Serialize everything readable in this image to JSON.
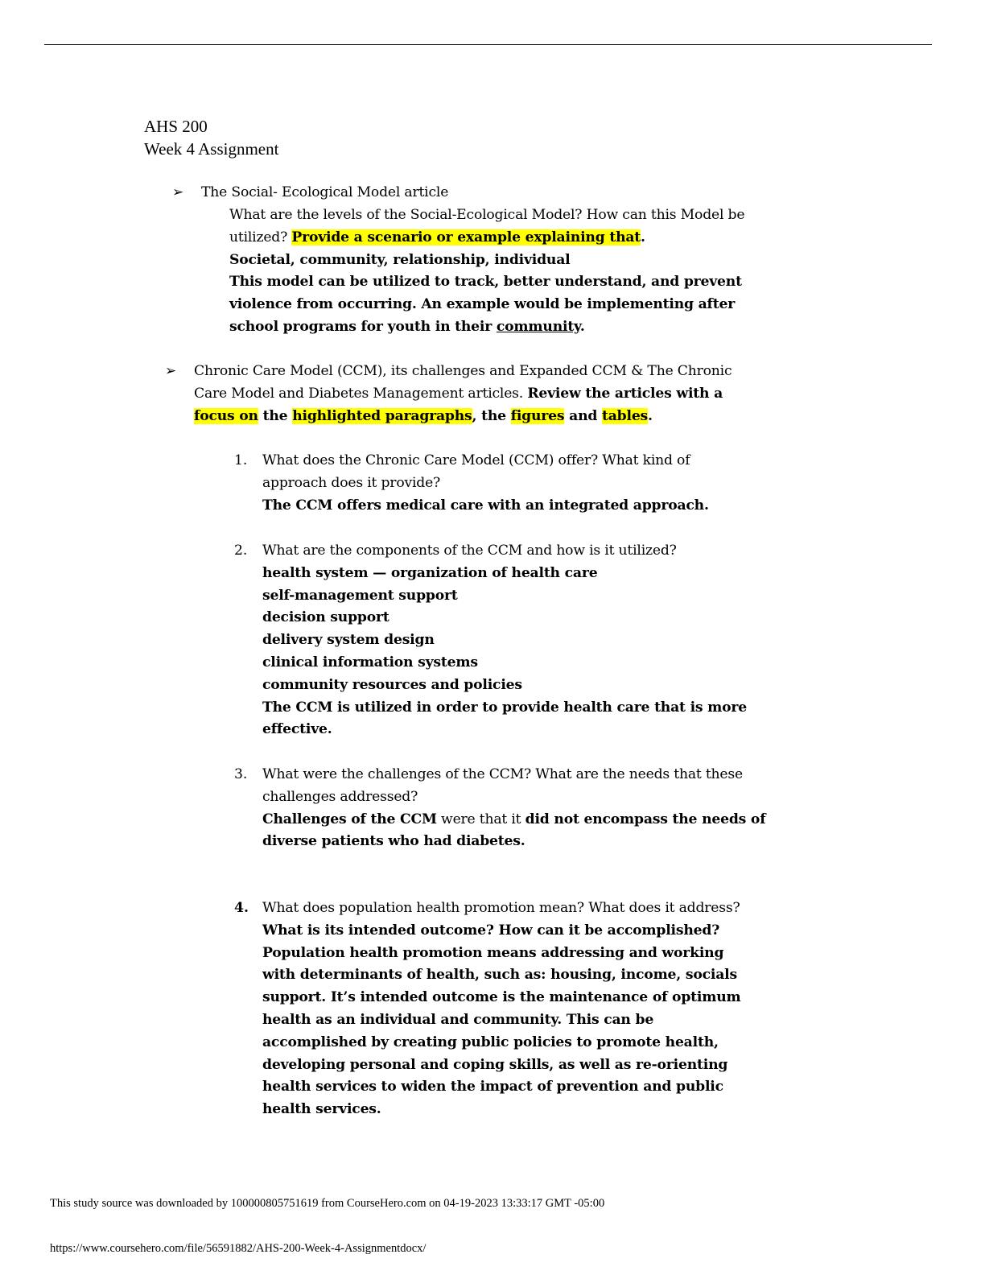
{
  "header": {
    "course": "AHS 200",
    "assignment": "Week 4 Assignment"
  },
  "bullet_icon": "arrowhead-bullet-icon",
  "highlight_color": "#ffff00",
  "section1": {
    "lines": [
      [
        {
          "t": "The Social- Ecological Model article"
        }
      ]
    ],
    "body": [
      [
        {
          "t": "What are the levels of the Social-Ecological Model? How can this Model be"
        }
      ],
      [
        {
          "t": "utilized? "
        },
        {
          "t": "Provide a scenario or example explaining that",
          "b": true,
          "h": true
        },
        {
          "t": ".",
          "b": true
        }
      ],
      [
        {
          "t": "Societal, community, relationship, individual",
          "b": true
        }
      ],
      [
        {
          "t": "This model can be utilized to track, better understand, and prevent",
          "b": true
        }
      ],
      [
        {
          "t": "violence from occurring. An example would be implementing after",
          "b": true
        }
      ],
      [
        {
          "t": "school programs for youth in their ",
          "b": true
        },
        {
          "t": "community",
          "b": true,
          "u": true
        },
        {
          "t": ".",
          "b": true
        }
      ]
    ]
  },
  "section2": {
    "lines": [
      [
        {
          "t": "Chronic Care Model (CCM), its challenges and Expanded CCM & The Chronic"
        }
      ],
      [
        {
          "t": "Care Model and Diabetes Management articles. "
        },
        {
          "t": "Review the articles with a",
          "b": true
        }
      ],
      [
        {
          "t": "focus on",
          "b": true,
          "h": true
        },
        {
          "t": " the ",
          "b": true
        },
        {
          "t": "highlighted paragraphs",
          "b": true,
          "h": true
        },
        {
          "t": ", the ",
          "b": true
        },
        {
          "t": "figures",
          "b": true,
          "h": true
        },
        {
          "t": " and ",
          "b": true
        },
        {
          "t": "tables",
          "b": true,
          "h": true
        },
        {
          "t": ".",
          "b": true
        }
      ]
    ]
  },
  "questions": [
    {
      "number": "1.",
      "lines": [
        [
          {
            "t": "What does the Chronic Care Model (CCM) offer? What kind of"
          }
        ],
        [
          {
            "t": "approach does it provide?"
          }
        ],
        [
          {
            "t": "The CCM offers medical care with an integrated approach.",
            "b": true
          }
        ]
      ]
    },
    {
      "number": "2.",
      "lines": [
        [
          {
            "t": "What are the components of the CCM and how is it utilized?"
          }
        ],
        [
          {
            "t": "health system — organization of health care",
            "b": true
          }
        ],
        [
          {
            "t": "self-management support",
            "b": true
          }
        ],
        [
          {
            "t": "decision support",
            "b": true
          }
        ],
        [
          {
            "t": "delivery system design",
            "b": true
          }
        ],
        [
          {
            "t": "clinical information systems",
            "b": true
          }
        ],
        [
          {
            "t": "community resources and policies",
            "b": true
          }
        ],
        [
          {
            "t": "The CCM is utilized in order to provide health care that is more",
            "b": true
          }
        ],
        [
          {
            "t": "effective.",
            "b": true
          }
        ]
      ]
    },
    {
      "number": "3.",
      "lines": [
        [
          {
            "t": "What were the challenges of the CCM? What are the needs that these"
          }
        ],
        [
          {
            "t": "challenges addressed?"
          }
        ],
        [
          {
            "t": "Challenges of the CCM",
            "b": true
          },
          {
            "t": " were that it "
          },
          {
            "t": "did not encompass the needs of",
            "b": true
          }
        ],
        [
          {
            "t": "diverse patients who had diabetes.",
            "b": true
          }
        ]
      ]
    },
    {
      "number": "4.",
      "lines": [
        [
          {
            "t": "What does population health promotion mean? What does it address?"
          }
        ],
        [
          {
            "t": "What is its intended outcome? How can it be accomplished?",
            "b": true
          }
        ],
        [
          {
            "t": "Population health promotion means addressing and working",
            "b": true
          }
        ],
        [
          {
            "t": "with determinants of health, such as: housing, income, socials",
            "b": true
          }
        ],
        [
          {
            "t": "support. It’s intended outcome is the maintenance of optimum",
            "b": true
          }
        ],
        [
          {
            "t": "health as an individual and community. This can be",
            "b": true
          }
        ],
        [
          {
            "t": "accomplished by creating public policies to promote health,",
            "b": true
          }
        ],
        [
          {
            "t": "developing personal and coping skills, as well as re-orienting",
            "b": true
          }
        ],
        [
          {
            "t": "health services to widen the impact of prevention and public",
            "b": true
          }
        ],
        [
          {
            "t": "health services.",
            "b": true
          }
        ]
      ]
    }
  ],
  "footer": {
    "download_notice": "This study source was downloaded by 100000805751619 from CourseHero.com on 04-19-2023 13:33:17 GMT -05:00",
    "url": "https://www.coursehero.com/file/56591882/AHS-200-Week-4-Assignmentdocx/"
  }
}
